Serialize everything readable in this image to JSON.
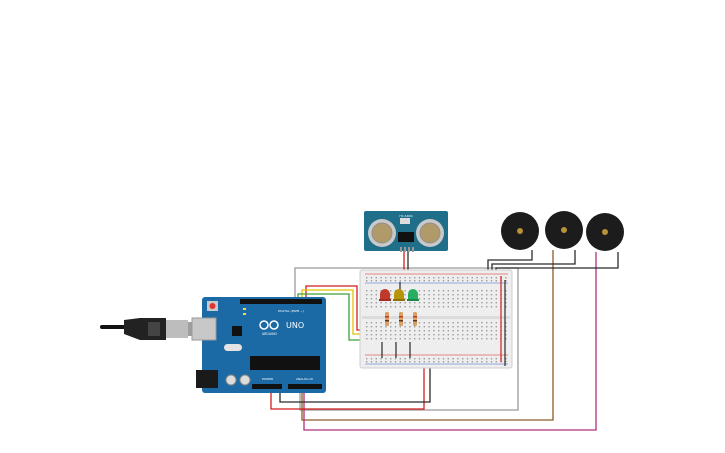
{
  "app": {
    "view": "circuit-canvas"
  },
  "arduino": {
    "model_label": "UNO",
    "brand_label": "ARDUINO",
    "digital_label": "DIGITAL (PWM ~)",
    "power_label": "POWER",
    "analog_label": "ANALOG IN",
    "board_color": "#1b6aa5"
  },
  "sensor": {
    "name_label": "HC-SR04",
    "board_color": "#1f6f8b"
  },
  "leds": [
    {
      "color": "#c0392b",
      "name": "red"
    },
    {
      "color": "#b7950b",
      "name": "yellow"
    },
    {
      "color": "#27ae60",
      "name": "green"
    }
  ],
  "wire_colors": {
    "red": "#d41c1c",
    "black": "#2b2b2b",
    "yellow": "#e5c100",
    "green": "#3aa535",
    "gray": "#9a9a9a",
    "brown": "#8b5a2b",
    "magenta": "#b0307e"
  }
}
